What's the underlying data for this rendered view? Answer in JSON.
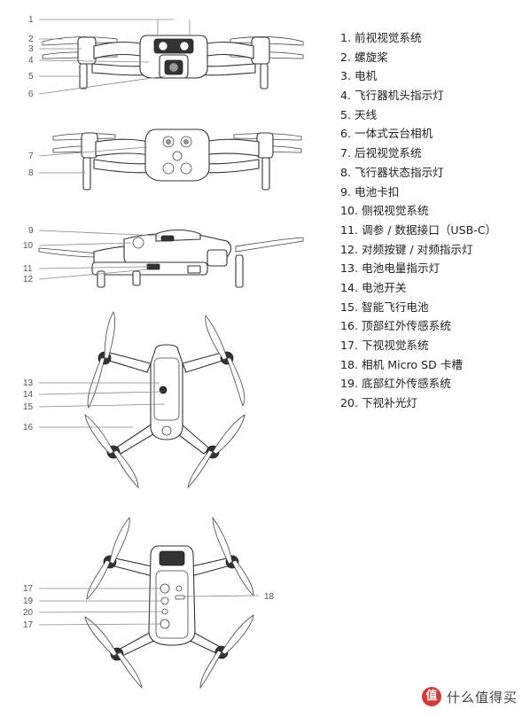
{
  "legend": [
    "1. 前视视觉系统",
    "2. 螺旋桨",
    "3. 电机",
    "4. 飞行器机头指示灯",
    "5. 天线",
    "6. 一体式云台相机",
    "7. 后视视觉系统",
    "8. 飞行器状态指示灯",
    "9. 电池卡扣",
    "10. 侧视视觉系统",
    "11. 调参 / 数据接口（USB-C）",
    "12. 对频按键 / 对频指示灯",
    "13. 电池电量指示灯",
    "14. 电池开关",
    "15. 智能飞行电池",
    "16. 顶部红外传感系统",
    "17. 下视视觉系统",
    "18. 相机 Micro SD 卡槽",
    "19. 底部红外传感系统",
    "20. 下视补光灯"
  ],
  "callouts": {
    "front_view": [
      "1",
      "2",
      "3",
      "4",
      "5",
      "6"
    ],
    "rear_view": [
      "7",
      "8"
    ],
    "side_view": [
      "9",
      "10",
      "11",
      "12"
    ],
    "top_view": [
      "13",
      "14",
      "15",
      "16"
    ],
    "bottom_view": [
      "17",
      "18",
      "19",
      "20",
      "17"
    ]
  },
  "watermark": {
    "badge": "值",
    "text": "什么值得买"
  }
}
